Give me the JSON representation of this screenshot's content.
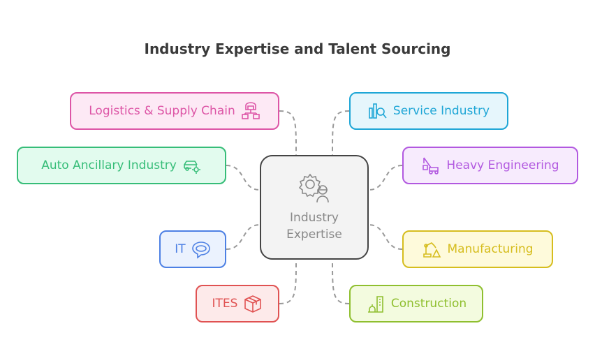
{
  "title": "Industry Expertise and Talent Sourcing",
  "center": {
    "label_line1": "Industry",
    "label_line2": "Expertise",
    "icon": "gear-worker-icon"
  },
  "nodes": [
    {
      "label": "Logistics & Supply Chain",
      "icon": "warehouse-network-icon",
      "color": "#dd55a6",
      "fill": "#fde9f5"
    },
    {
      "label": "Auto Ancillary Industry",
      "icon": "car-gear-icon",
      "color": "#36bd78",
      "fill": "#e2fbee"
    },
    {
      "label": "IT",
      "icon": "speech-bubble-icon",
      "color": "#4d80e4",
      "fill": "#ebf2fe"
    },
    {
      "label": "ITES",
      "icon": "box-icon",
      "color": "#e05252",
      "fill": "#fdeaea"
    },
    {
      "label": "Service Industry",
      "icon": "chart-search-icon",
      "color": "#1ea6d6",
      "fill": "#e6f6fc"
    },
    {
      "label": "Heavy Engineering",
      "icon": "crane-icon",
      "color": "#b259e0",
      "fill": "#f7ebfd"
    },
    {
      "label": "Manufacturing",
      "icon": "robot-arm-icon",
      "color": "#d6bd1e",
      "fill": "#fefadb"
    },
    {
      "label": "Construction",
      "icon": "building-crane-icon",
      "color": "#8fbf2f",
      "fill": "#f3fbdf"
    }
  ]
}
